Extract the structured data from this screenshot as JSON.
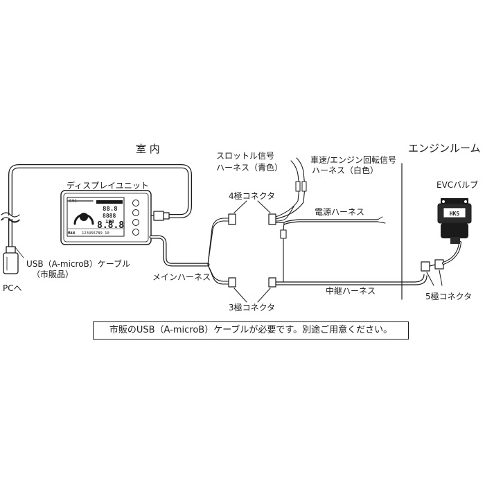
{
  "regions": {
    "cabin": "室 内",
    "engine_room": "エンジンルーム"
  },
  "display_unit": {
    "label": "ディスプレイユニット",
    "screen": {
      "model": "EVC",
      "big_reading": "8.8.8",
      "small_reading_1": "88.8",
      "small_reading_2": "8888",
      "small_reading_3": "188",
      "mode_label": "MAN",
      "channels": "123456789 10"
    }
  },
  "cables": {
    "usb_line1": "USB（A-microB）ケーブル",
    "usb_line2": "（市販品）",
    "pc": "PCへ",
    "main_harness": "メインハーネス",
    "throttle_signal_line1": "スロットル信号",
    "throttle_signal_line2": "ハーネス（青色）",
    "speed_signal_line1": "車速/エンジン回転信号",
    "speed_signal_line2": "ハーネス（白色）",
    "power_harness": "電源ハーネス",
    "relay_harness": "中継ハーネス"
  },
  "connectors": {
    "four_pole": "4極コネクタ",
    "three_pole": "3極コネクタ",
    "five_pole": "5極コネクタ"
  },
  "valve": {
    "label": "EVCバルブ",
    "brand": "HKS"
  },
  "note": "市販のUSB（A-microB）ケーブルが必要です。別途ご用意ください。"
}
